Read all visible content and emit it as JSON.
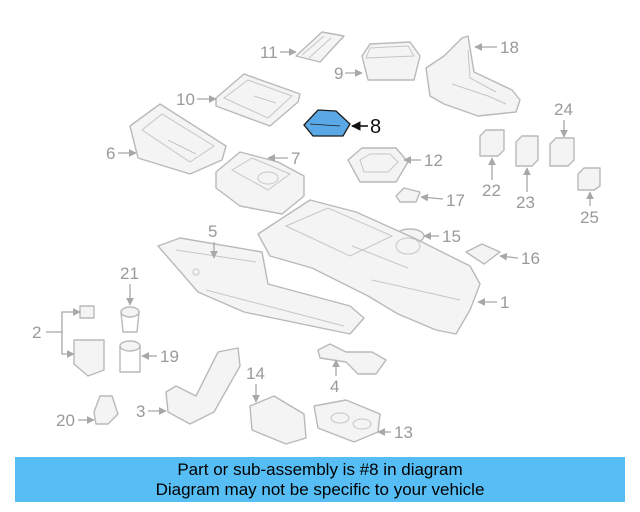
{
  "diagram": {
    "highlight_color": "#5aa9e6",
    "callouts": [
      {
        "id": "11",
        "label": "11"
      },
      {
        "id": "9",
        "label": "9"
      },
      {
        "id": "18",
        "label": "18"
      },
      {
        "id": "10",
        "label": "10"
      },
      {
        "id": "8",
        "label": "8"
      },
      {
        "id": "24",
        "label": "24"
      },
      {
        "id": "6",
        "label": "6"
      },
      {
        "id": "7",
        "label": "7"
      },
      {
        "id": "12",
        "label": "12"
      },
      {
        "id": "22",
        "label": "22"
      },
      {
        "id": "23",
        "label": "23"
      },
      {
        "id": "17",
        "label": "17"
      },
      {
        "id": "25",
        "label": "25"
      },
      {
        "id": "5",
        "label": "5"
      },
      {
        "id": "15",
        "label": "15"
      },
      {
        "id": "16",
        "label": "16"
      },
      {
        "id": "21",
        "label": "21"
      },
      {
        "id": "1",
        "label": "1"
      },
      {
        "id": "2",
        "label": "2"
      },
      {
        "id": "19",
        "label": "19"
      },
      {
        "id": "4",
        "label": "4"
      },
      {
        "id": "14",
        "label": "14"
      },
      {
        "id": "3",
        "label": "3"
      },
      {
        "id": "20",
        "label": "20"
      },
      {
        "id": "13",
        "label": "13"
      }
    ],
    "highlighted_part": "8"
  },
  "banner": {
    "line1": "Part or sub-assembly is #8 in diagram",
    "line2": "Diagram may not be specific to your vehicle",
    "background": "#56bdf5"
  }
}
